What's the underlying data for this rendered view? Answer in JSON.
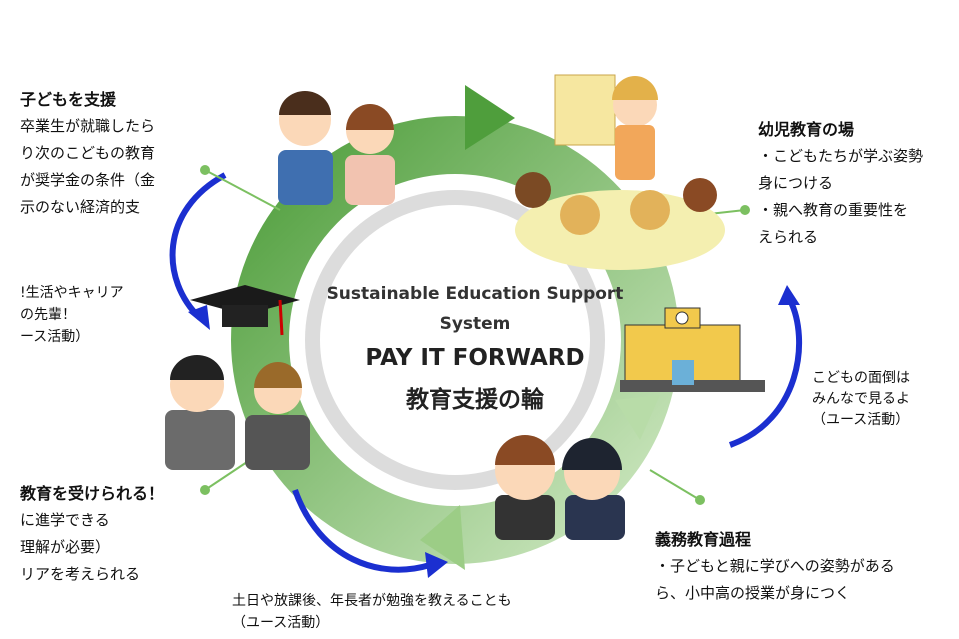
{
  "center": {
    "line1": "Sustainable Education Support",
    "line2": "System",
    "line3": "PAY IT FORWARD",
    "line4": "教育支援の輪"
  },
  "top_left": {
    "title": "子どもを支援",
    "lines": [
      "卒業生が就職したら",
      "り次のこどもの教育",
      "が奨学金の条件（金",
      "示のない経済的支"
    ]
  },
  "mid_left": {
    "lines": [
      "!生活やキャリア",
      "の先輩！",
      "ース活動）"
    ]
  },
  "bottom_left": {
    "title": "教育を受けられる！",
    "lines": [
      "に進学できる",
      "理解が必要）",
      "リアを考えられる"
    ]
  },
  "bottom_center": {
    "lines": [
      "土日や放課後、年長者が勉強を教えることも",
      "（ユース活動）"
    ]
  },
  "bottom_right": {
    "title": "義務教育過程",
    "lines": [
      "・子どもと親に学びへの姿勢がある",
      "ら、小中高の授業が身につく"
    ]
  },
  "mid_right": {
    "lines": [
      "こどもの面倒は",
      "みんなで見るよ",
      "（ユース活動）"
    ]
  },
  "top_right": {
    "title": "幼児教育の場",
    "lines": [
      "・こどもたちが学ぶ姿勢",
      "身につける",
      "・親へ教育の重要性を",
      "えられる"
    ]
  },
  "colors": {
    "ring": "#5aa845",
    "ring_light": "#c5e2b5",
    "arrow_blue": "#1b2fd0",
    "inner_gray": "#dcdcdc"
  }
}
